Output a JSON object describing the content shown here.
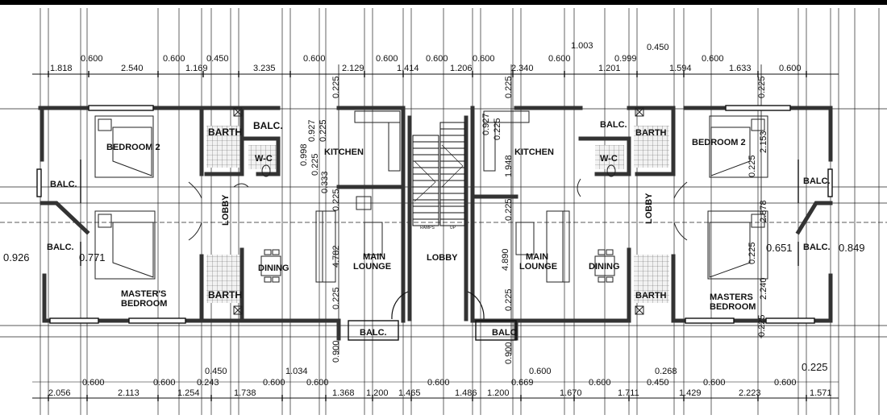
{
  "rooms": {
    "bedroom2_left": "BEDROOM 2",
    "bedroom2_right": "BEDROOM 2",
    "masters_left_1": "MASTER'S",
    "masters_left_2": "BEDROOM",
    "masters_right_1": "MASTERS",
    "masters_right_2": "BEDROOM",
    "kitchen_left": "KITCHEN",
    "kitchen_right": "KITCHEN",
    "lounge_left_1": "MAIN",
    "lounge_left_2": "LOUNGE",
    "lounge_right_1": "MAIN",
    "lounge_right_2": "LOUNGE",
    "dining_left": "DINING",
    "dining_right": "DINING",
    "lobby_left": "LOBBY",
    "lobby_center": "LOBBY",
    "lobby_right": "LOBBY",
    "barth_1": "BARTH",
    "barth_2": "BARTH",
    "barth_3": "BARTH",
    "barth_4": "BARTH",
    "wc_left": "W-C",
    "wc_right": "W-C",
    "balc_1": "BALC.",
    "balc_2": "BALC.",
    "balc_3": "BALC.",
    "balc_4": "BALC.",
    "balc_5": "BALC.",
    "balc_6": "BALC",
    "balc_7": "BALC.",
    "balc_8": "BALC."
  },
  "stairs": {
    "note_1": "RAMPS",
    "note_2": "UP"
  },
  "dims_top_row3": [
    "1.818",
    "2.540",
    "1.169",
    "3.235",
    "2.129",
    "1.414",
    "1.206",
    "2.340",
    "1.201",
    "1.594",
    "1.633",
    "0.600"
  ],
  "dims_top_row2": [
    "0.600",
    "0.600",
    "0.450",
    "0.600",
    "0.600",
    "0.600",
    "0.600",
    "0.600",
    "0.999",
    "0.600"
  ],
  "dims_top_row1": [
    "1.003",
    "0.450"
  ],
  "dims_bottom_row3": [
    "2.056",
    "2.113",
    "1.254",
    "1.738",
    "1.368",
    "1.200",
    "1.465",
    "1.486",
    "1.200",
    "1.670",
    "1.711",
    "1.429",
    "2.223",
    "1.571"
  ],
  "dims_bottom_row2": [
    "0.600",
    "0.600",
    "0.243",
    "0.600",
    "0.600",
    "0.600",
    "0.669",
    "0.600",
    "0.450",
    "0.600",
    "0.600"
  ],
  "dims_bottom_row1": [
    "0.450",
    "1.034",
    "0.600",
    "0.268",
    "0.225"
  ],
  "dims_vertical": [
    "0.225",
    "0.927",
    "0.225",
    "0.998",
    "0.225",
    "0.333",
    "0.225",
    "4.782",
    "0.225",
    "0.900",
    "0.225",
    "0.927",
    "0.225",
    "1.948",
    "0.225",
    "4.890",
    "0.225",
    "0.900",
    "0.225",
    "2.153",
    "0.225",
    "2.878",
    "0.225",
    "2.240",
    "0.225"
  ],
  "dims_side": [
    "0.926",
    "0.771",
    "0.651",
    "0.849"
  ]
}
